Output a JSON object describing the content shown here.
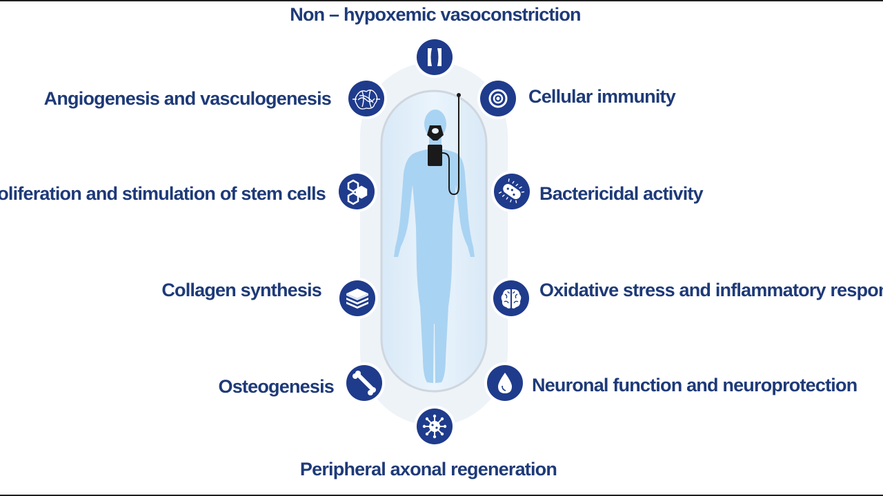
{
  "labels": {
    "top": "Non – hypoxemic vasoconstriction",
    "bottom": "Peripheral axonal regeneration",
    "left": [
      "Angiogenesis and vasculogenesis",
      "Proliferation and stimulation of stem cells",
      "Collagen synthesis",
      "Osteogenesis"
    ],
    "right": [
      "Cellular immunity",
      "Bactericidal activity",
      "Oxidative stress and inflammatory response",
      "Neuronal function and neuroprotection"
    ]
  },
  "icons": {
    "top": "vessel-constriction-icon",
    "bottom": "virus-icon",
    "left": [
      "capillary-network-icon",
      "hexagon-cells-icon",
      "layered-sheets-icon",
      "bone-icon"
    ],
    "right": [
      "target-cell-icon",
      "bacteria-icon",
      "brain-icon",
      "droplet-icon"
    ]
  },
  "colors": {
    "text": "#1e3a78",
    "node": "#1f3b8c",
    "capsule_outer": "#eef3f8",
    "capsule_inner": "#e3f0fb",
    "figure": "#a9d3f2",
    "mask": "#1a1a1a"
  }
}
